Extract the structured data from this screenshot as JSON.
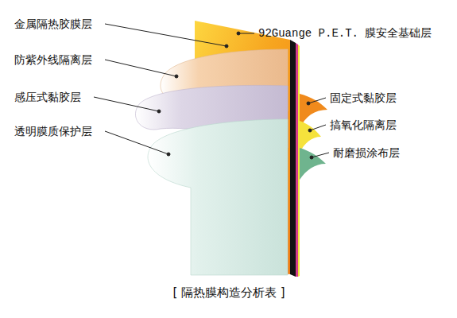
{
  "diagram": {
    "caption": "[ 隔热膜构造分析表 ]",
    "labels": [
      "金属隔热胶膜层",
      "防紫外线隔离层",
      "感压式黏胶层",
      "透明膜质保护层",
      "92Guange P.E.T. 膜安全基础层",
      "固定式黏胶层",
      "搞氧化隔离层",
      "耐磨损涂布层"
    ]
  }
}
